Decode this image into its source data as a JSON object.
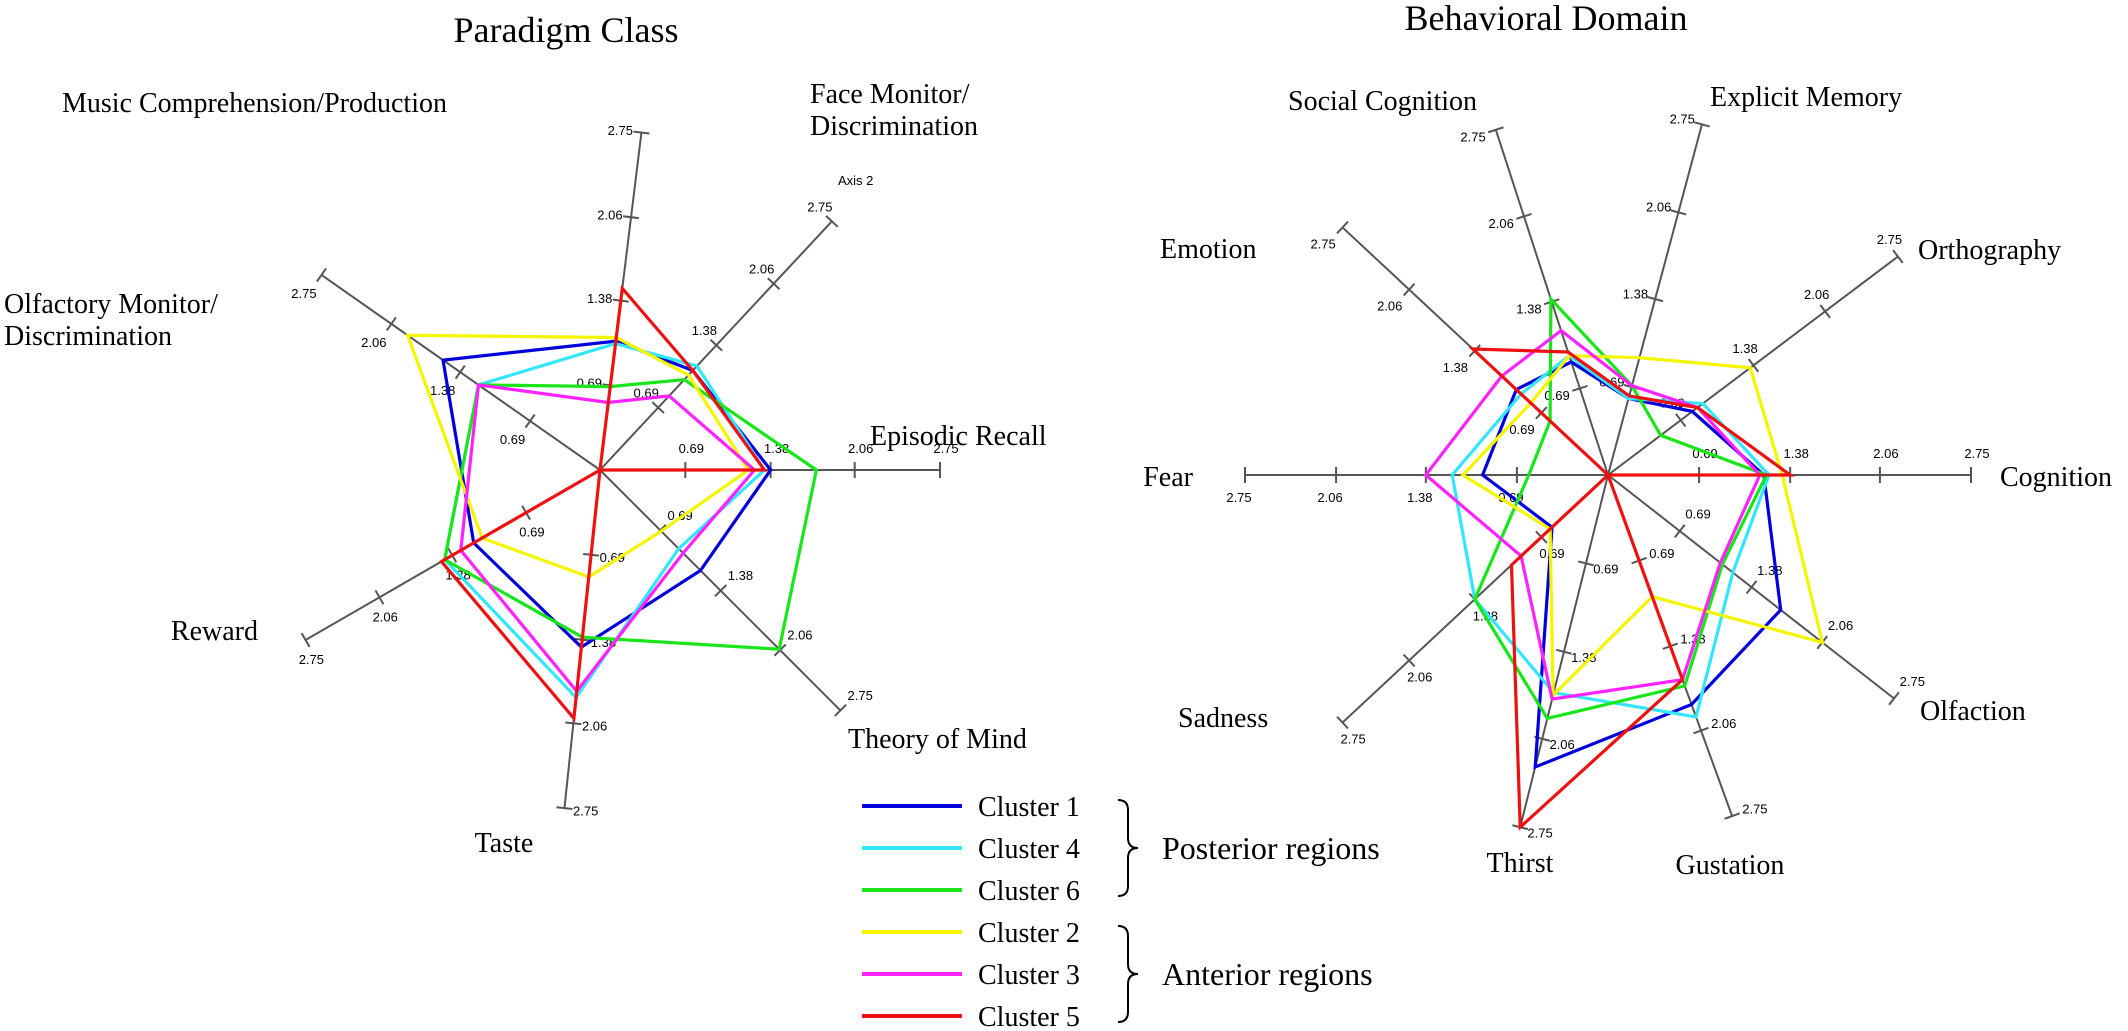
{
  "chart_data": [
    {
      "type": "radar",
      "title": "Paradigm Class",
      "axes": [
        {
          "label": "Episodic Recall"
        },
        {
          "label": "Face Monitor/\nDiscrimination",
          "sublabel": "Axis 2"
        },
        {
          "label": "Music Comprehension/Production"
        },
        {
          "label": "Olfactory Monitor/\nDiscrimination"
        },
        {
          "label": "Reward"
        },
        {
          "label": "Taste"
        },
        {
          "label": "Theory of Mind"
        }
      ],
      "ticks": [
        "0.69",
        "1.38",
        "2.06",
        "2.75"
      ],
      "tick_values": [
        0.69,
        1.38,
        2.06,
        2.75
      ],
      "rmax": 2.75,
      "series": [
        {
          "name": "Cluster 1",
          "values": [
            1.38,
            1.1,
            1.05,
            1.55,
            1.18,
            1.44,
            1.15
          ]
        },
        {
          "name": "Cluster 4",
          "values": [
            1.33,
            1.15,
            1.03,
            1.2,
            1.45,
            1.85,
            0.9
          ]
        },
        {
          "name": "Cluster 6",
          "values": [
            1.75,
            1.0,
            0.68,
            1.2,
            1.45,
            1.36,
            2.05
          ]
        },
        {
          "name": "Cluster 2",
          "values": [
            1.2,
            1.05,
            1.08,
            1.9,
            1.1,
            0.87,
            0.7
          ]
        },
        {
          "name": "Cluster 3",
          "values": [
            1.25,
            0.82,
            0.55,
            1.2,
            1.3,
            1.8,
            0.95
          ]
        },
        {
          "name": "Cluster 5",
          "values": [
            1.33,
            1.1,
            1.48,
            0.0,
            1.48,
            2.02,
            0.0
          ]
        }
      ]
    },
    {
      "type": "radar",
      "title": "Behavioral Domain",
      "axes": [
        {
          "label": "Cognition"
        },
        {
          "label": "Orthography"
        },
        {
          "label": "Explicit  Memory"
        },
        {
          "label": "Social Cognition"
        },
        {
          "label": "Emotion"
        },
        {
          "label": "Fear"
        },
        {
          "label": "Sadness"
        },
        {
          "label": "Thirst"
        },
        {
          "label": "Gustation"
        },
        {
          "label": "Olfaction"
        }
      ],
      "ticks": [
        "0.69",
        "1.38",
        "2.06",
        "2.75"
      ],
      "tick_values": [
        0.69,
        1.38,
        2.06,
        2.75
      ],
      "rmax": 2.75,
      "series": [
        {
          "name": "Cluster 1",
          "values": [
            1.18,
            0.8,
            0.6,
            0.9,
            0.95,
            0.95,
            0.58,
            2.28,
            1.85,
            1.66
          ]
        },
        {
          "name": "Cluster 4",
          "values": [
            1.22,
            0.9,
            0.6,
            0.95,
            0.9,
            1.18,
            1.38,
            1.7,
            1.95,
            1.2
          ]
        },
        {
          "name": "Cluster 6",
          "values": [
            1.2,
            0.5,
            0.7,
            1.4,
            0.6,
            0.6,
            1.38,
            1.9,
            1.7,
            1.1
          ]
        },
        {
          "name": "Cluster 2",
          "values": [
            1.32,
            1.35,
            0.92,
            0.95,
            0.8,
            1.1,
            0.6,
            1.72,
            0.98,
            2.06
          ]
        },
        {
          "name": "Cluster 3",
          "values": [
            1.15,
            0.85,
            0.7,
            1.15,
            1.1,
            1.38,
            0.9,
            1.75,
            1.65,
            1.08
          ]
        },
        {
          "name": "Cluster 5",
          "values": [
            1.38,
            0.85,
            0.62,
            0.98,
            1.4,
            0.0,
            1.0,
            2.75,
            1.65,
            0.0
          ]
        }
      ]
    }
  ],
  "legend": [
    {
      "name": "Cluster 1",
      "color": "#0000dd"
    },
    {
      "name": "Cluster 4",
      "color": "#33e6ff"
    },
    {
      "name": "Cluster 6",
      "color": "#19e619"
    },
    {
      "name": "Cluster 2",
      "color": "#f5f500"
    },
    {
      "name": "Cluster 3",
      "color": "#ff22ff"
    },
    {
      "name": "Cluster 5",
      "color": "#ee1111"
    }
  ],
  "groups": [
    {
      "label": "Posterior regions",
      "members": [
        "Cluster 1",
        "Cluster 4",
        "Cluster 6"
      ]
    },
    {
      "label": "Anterior regions",
      "members": [
        "Cluster 2",
        "Cluster 3",
        "Cluster 5"
      ]
    }
  ]
}
